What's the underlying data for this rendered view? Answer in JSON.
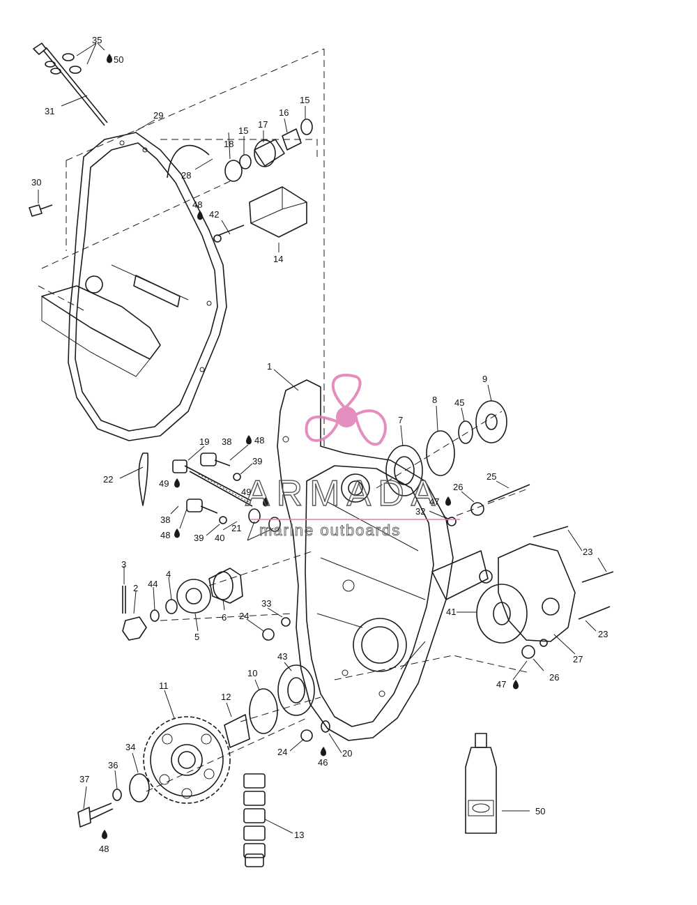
{
  "watermark": {
    "brand": "ARMADA",
    "tagline": "marine outboards",
    "color": "#e07bb4",
    "text_color": "#555555"
  },
  "callouts": {
    "c1": "1",
    "c2": "2",
    "c3": "3",
    "c4": "4",
    "c5": "5",
    "c6": "6",
    "c7": "7",
    "c8": "8",
    "c9": "9",
    "c10": "10",
    "c11": "11",
    "c12": "12",
    "c13": "13",
    "c14": "14",
    "c15a": "15",
    "c15b": "15",
    "c16": "16",
    "c17": "17",
    "c18": "18",
    "c19": "19",
    "c20": "20",
    "c21": "21",
    "c22": "22",
    "c23a": "23",
    "c23b": "23",
    "c24a": "24",
    "c24b": "24",
    "c25": "25",
    "c26a": "26",
    "c26b": "26",
    "c27": "27",
    "c28": "28",
    "c29": "29",
    "c30": "30",
    "c31": "31",
    "c32": "32",
    "c33": "33",
    "c34": "34",
    "c35": "35",
    "c36": "36",
    "c37": "37",
    "c38a": "38",
    "c38b": "38",
    "c39a": "39",
    "c39b": "39",
    "c40": "40",
    "c41": "41",
    "c42": "42",
    "c43": "43",
    "c44": "44",
    "c45": "45",
    "c46": "46",
    "c47a": "47",
    "c47b": "47",
    "c48a": "48",
    "c48b": "48",
    "c48c": "48",
    "c48d": "48",
    "c49a": "49",
    "c49b": "49",
    "c50a": "50",
    "c50b": "50"
  }
}
